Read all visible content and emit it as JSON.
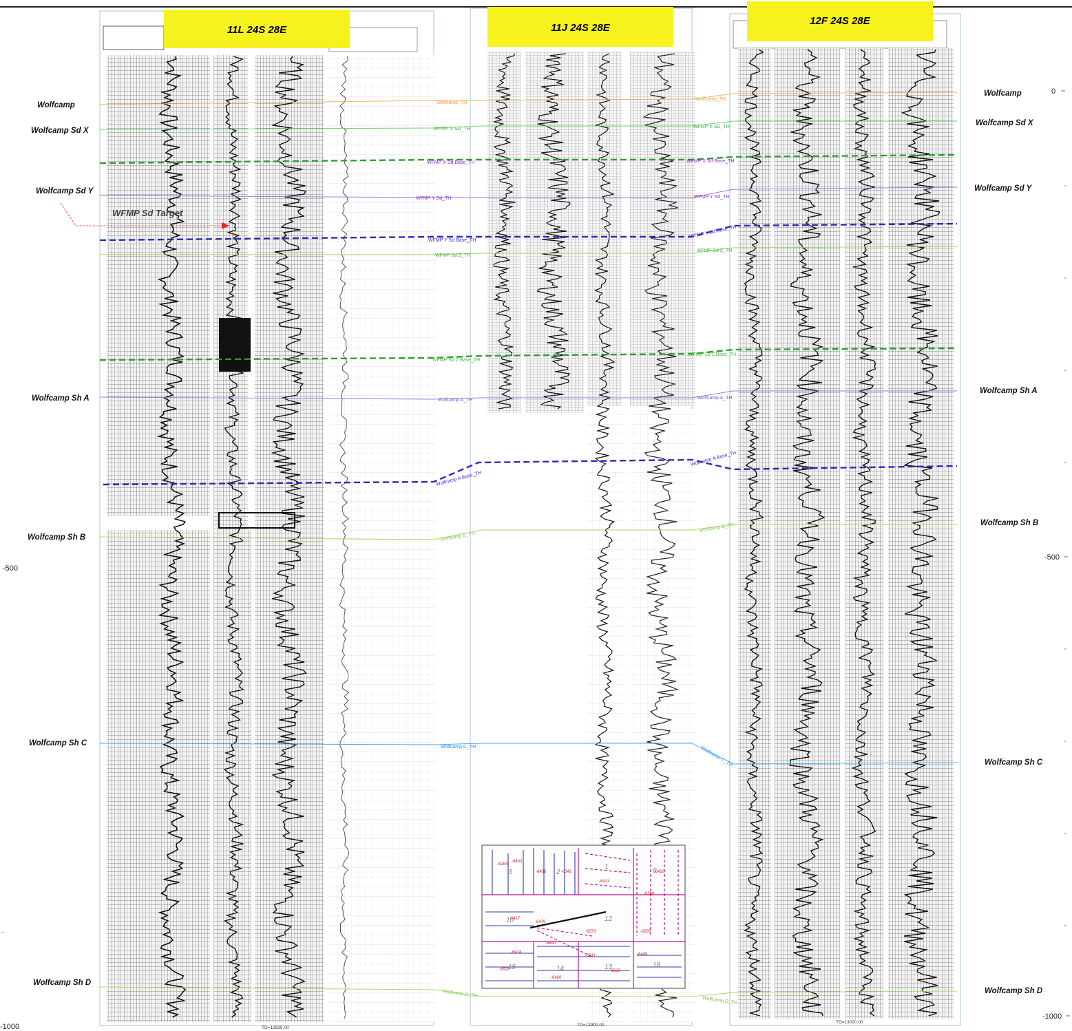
{
  "wells": [
    {
      "name": "11L 24S 28E",
      "td": "TD=12835.00"
    },
    {
      "name": "11J 24S 28E",
      "td": "TD=12900.00"
    },
    {
      "name": "12F 24S 28E",
      "td": "TD=13020.00"
    }
  ],
  "depth_scale_left": [
    "-500",
    "-1000"
  ],
  "depth_scale_right": [
    "0",
    "-500",
    "-1000"
  ],
  "formations_left": [
    "Wolfcamp",
    "Wolfcamp Sd X",
    "Wolfcamp Sd Y",
    "Wolfcamp Sh A",
    "Wolfcamp Sh B",
    "Wolfcamp Sh C",
    "Wolfcamp Sh D"
  ],
  "formations_right": [
    "Wolfcamp",
    "Wolfcamp Sd X",
    "Wolfcamp Sd Y",
    "Wolfcamp Sh A",
    "Wolfcamp Sh B",
    "Wolfcamp Sh C",
    "Wolfcamp Sh D"
  ],
  "target_label": "WFMP Sd Target",
  "picks": [
    {
      "label": "Wolfcamp_TH",
      "color": "#f0a040"
    },
    {
      "label": "WFMP X SD_TH",
      "color": "#3cb83c"
    },
    {
      "label": "WFMP X Sd Base_TH",
      "color": "#8a2be2"
    },
    {
      "label": "WFMP Y Sd_TH",
      "color": "#8a2be2"
    },
    {
      "label": "WFMP Y Sd Base_TH",
      "color": "#3a2fd0"
    },
    {
      "label": "WFMP Sd Z_TH",
      "color": "#3cb83c"
    },
    {
      "label": "WFMP Sd Z Base_TH",
      "color": "#3cb83c"
    },
    {
      "label": "Wolfcamp A_TH",
      "color": "#6a5acd"
    },
    {
      "label": "Wolfcamp A Base_TH",
      "color": "#3a2fd0"
    },
    {
      "label": "Wolfcamp B_TH",
      "color": "#7cc242"
    },
    {
      "label": "Wolfcamp C_TH",
      "color": "#1e90ff"
    },
    {
      "label": "Wolfcamp D_TH",
      "color": "#7cc242"
    }
  ],
  "map_inset": {
    "section_numbers": [
      "3",
      "2",
      "1",
      "6",
      "10",
      "12",
      "15",
      "14",
      "13",
      "18"
    ],
    "values": [
      "-6284",
      "-6433",
      "-6436",
      "-6342",
      "-6411",
      "-6388",
      "-6417",
      "-6479",
      "-6573",
      "-6490",
      "-6414",
      "-6520",
      "-6511",
      "-6523",
      "-6449",
      "-6400",
      "-6428",
      "-6392"
    ]
  },
  "colors": {
    "title_box": "#f7f21d",
    "x_sd_base_dashed": "#2ca02c",
    "y_sd_base_dashed": "#2b2bb8",
    "sd_z_base_dashed": "#2ca02c",
    "a_base_dashed": "#2b2bb8"
  }
}
